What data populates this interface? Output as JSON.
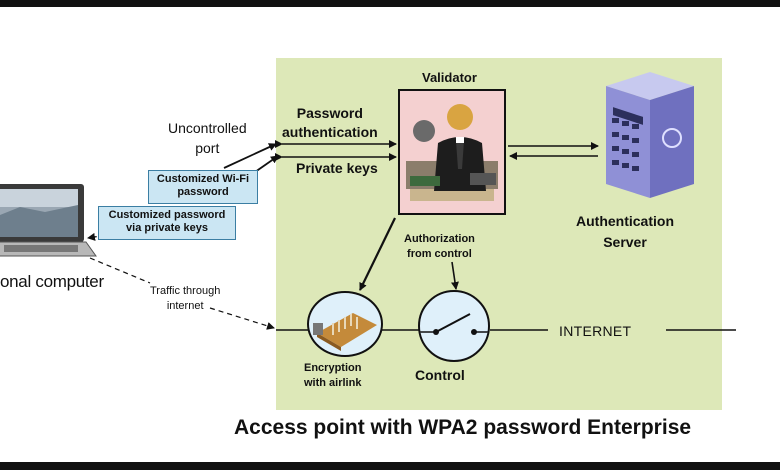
{
  "labels": {
    "validator": "Validator",
    "password_auth": "Password\nauthentication",
    "private_keys": "Private keys",
    "uncontrolled_port": "Uncontrolled\nport",
    "custom_wifi": "Customized Wi-Fi\npassword",
    "custom_private": "Customized password\nvia private keys",
    "personal_computer": "onal computer",
    "traffic_internet": "Traffic through\ninternet",
    "authorization": "Authorization\nfrom control",
    "auth_server": "Authentication\nServer",
    "encryption": "Encryption\nwith airlink",
    "control": "Control",
    "internet": "INTERNET",
    "title": "Access point with WPA2 password Enterprise"
  },
  "colors": {
    "panel": "#dde8b8",
    "blue_box": "#cbe6f3",
    "server": "#8f90d6"
  }
}
